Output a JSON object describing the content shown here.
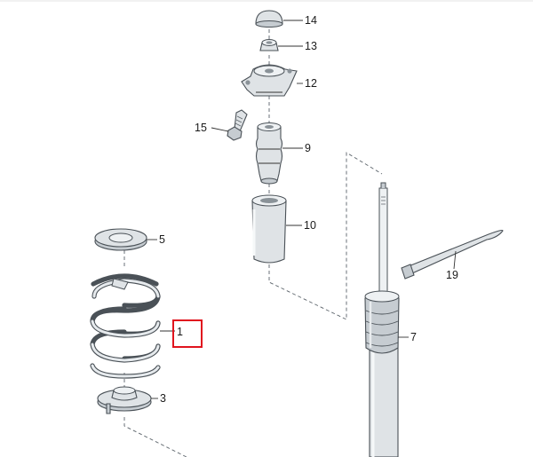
{
  "callouts": [
    {
      "id": "1",
      "text": "1",
      "highlighted": true
    },
    {
      "id": "3",
      "text": "3"
    },
    {
      "id": "5",
      "text": "5"
    },
    {
      "id": "7",
      "text": "7"
    },
    {
      "id": "9",
      "text": "9"
    },
    {
      "id": "10",
      "text": "10"
    },
    {
      "id": "12",
      "text": "12"
    },
    {
      "id": "13",
      "text": "13"
    },
    {
      "id": "14",
      "text": "14"
    },
    {
      "id": "15",
      "text": "15"
    },
    {
      "id": "19",
      "text": "19"
    }
  ],
  "colors": {
    "highlight": "#e0141e",
    "part_fill": "#dfe3e6",
    "outline": "#4a5157"
  }
}
